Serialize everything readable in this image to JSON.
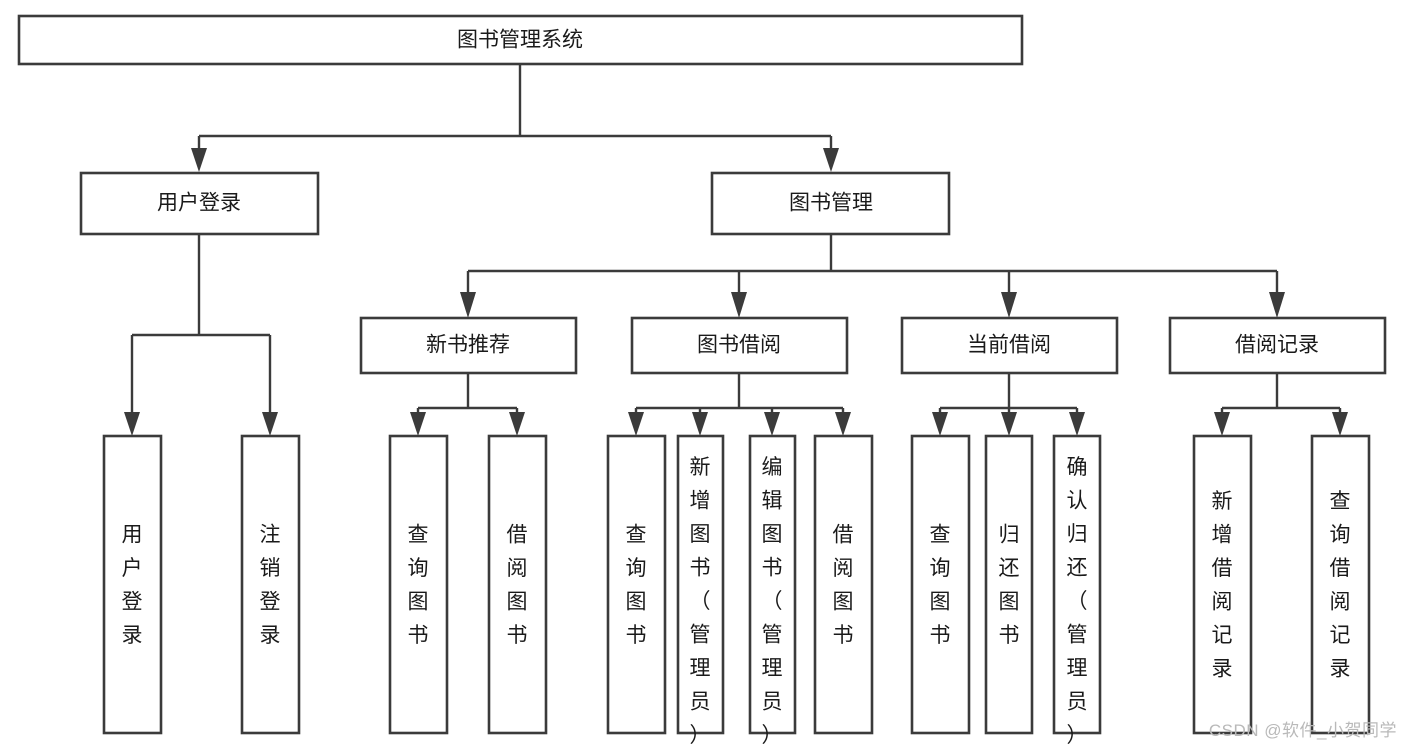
{
  "diagram": {
    "title": "图书管理系统",
    "type": "hierarchy-tree",
    "watermark": "CSDN @软件_小贺同学",
    "colors": {
      "background": "#ffffff",
      "box_border": "#3b3b3b",
      "box_fill": "#ffffff",
      "text": "#1a1a1a",
      "connector": "#3b3b3b",
      "watermark": "#b9b9b9"
    }
  },
  "nodes": {
    "root": {
      "label": "图书管理系统",
      "level": 1
    },
    "l2": [
      {
        "id": "user-login",
        "label": "用户登录",
        "level": 2
      },
      {
        "id": "book-management",
        "label": "图书管理",
        "level": 2
      }
    ],
    "l3": [
      {
        "id": "new-book-recommend",
        "label": "新书推荐",
        "level": 3,
        "parent": "book-management"
      },
      {
        "id": "book-borrow",
        "label": "图书借阅",
        "level": 3,
        "parent": "book-management"
      },
      {
        "id": "current-borrow",
        "label": "当前借阅",
        "level": 3,
        "parent": "book-management"
      },
      {
        "id": "borrow-record",
        "label": "借阅记录",
        "level": 3,
        "parent": "book-management"
      }
    ],
    "leaves": [
      {
        "id": "leaf-user-login",
        "label": "用户登录",
        "parent": "user-login",
        "orientation": "vertical",
        "align": "middle"
      },
      {
        "id": "leaf-logout",
        "label": "注销登录",
        "parent": "user-login",
        "orientation": "vertical",
        "align": "middle"
      },
      {
        "id": "leaf-query-book-1",
        "label": "查询图书",
        "parent": "new-book-recommend",
        "orientation": "vertical",
        "align": "middle"
      },
      {
        "id": "leaf-borrow-book-1",
        "label": "借阅图书",
        "parent": "new-book-recommend",
        "orientation": "vertical",
        "align": "middle"
      },
      {
        "id": "leaf-query-book-2",
        "label": "查询图书",
        "parent": "book-borrow",
        "orientation": "vertical",
        "align": "middle"
      },
      {
        "id": "leaf-add-book",
        "label": "新增图书（管理员）",
        "parent": "book-borrow",
        "orientation": "vertical",
        "align": "top"
      },
      {
        "id": "leaf-edit-book",
        "label": "编辑图书（管理员）",
        "parent": "book-borrow",
        "orientation": "vertical",
        "align": "top"
      },
      {
        "id": "leaf-borrow-book-2",
        "label": "借阅图书",
        "parent": "book-borrow",
        "orientation": "vertical",
        "align": "middle"
      },
      {
        "id": "leaf-query-book-3",
        "label": "查询图书",
        "parent": "current-borrow",
        "orientation": "vertical",
        "align": "middle"
      },
      {
        "id": "leaf-return-book",
        "label": "归还图书",
        "parent": "current-borrow",
        "orientation": "vertical",
        "align": "middle"
      },
      {
        "id": "leaf-confirm-return",
        "label": "确认归还（管理员）",
        "parent": "current-borrow",
        "orientation": "vertical",
        "align": "top"
      },
      {
        "id": "leaf-add-record",
        "label": "新增借阅记录",
        "parent": "borrow-record",
        "orientation": "vertical",
        "align": "middle"
      },
      {
        "id": "leaf-query-record",
        "label": "查询借阅记录",
        "parent": "borrow-record",
        "orientation": "vertical",
        "align": "middle"
      }
    ]
  }
}
